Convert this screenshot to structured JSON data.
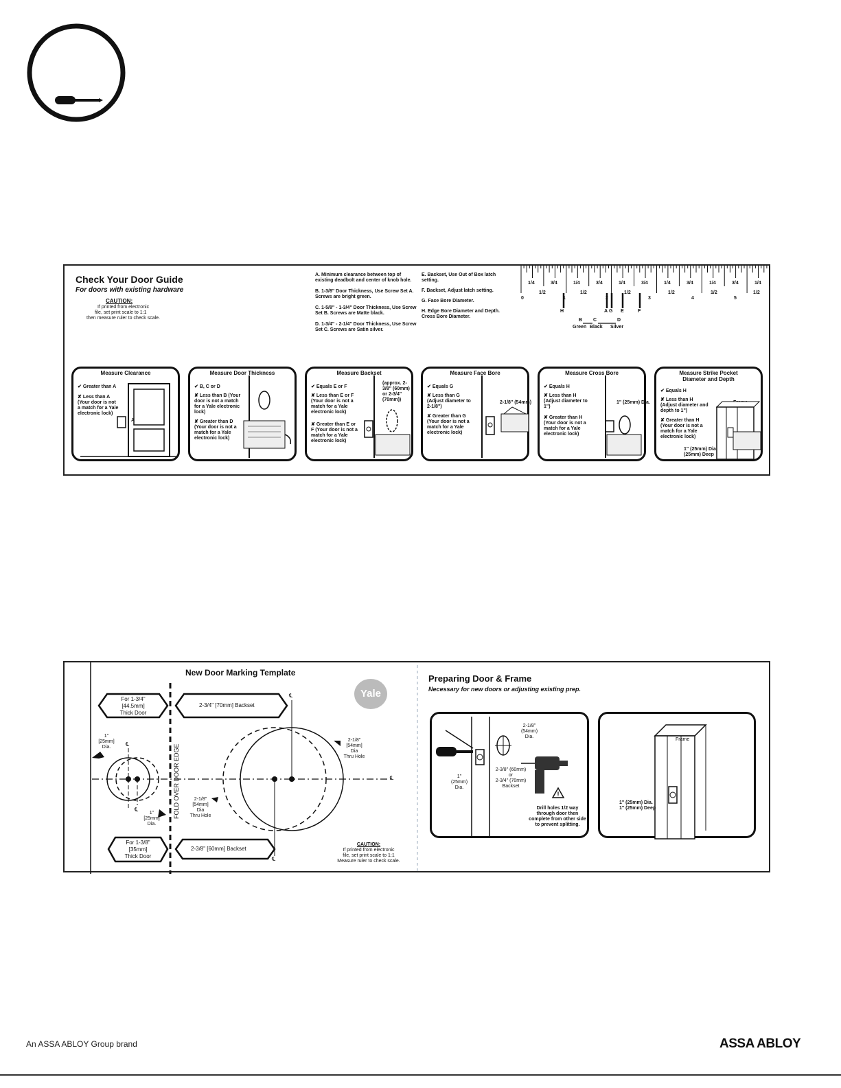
{
  "guide": {
    "title": "Check Your Door Guide",
    "subtitle": "For doors with existing hardware",
    "caution_title": "CAUTION:",
    "caution_lines": [
      "If printed from electronic",
      "file, set print scale to 1:1",
      "then measure ruler to check scale."
    ],
    "instructions_col1": [
      "A. Minimum clearance between top of existing deadbolt and center of knob hole.",
      "B. 1-3/8\" Door Thickness, Use Screw Set A. Screws are bright green.",
      "C. 1-5/8\" - 1-3/4\" Door Thickness, Use Screw Set B. Screws are Matte black.",
      "D. 1-3/4\" - 2-1/4\" Door Thickness, Use Screw Set C. Screws are Satin silver."
    ],
    "instructions_col2": [
      "E. Backset, Use Out of Box latch setting.",
      "F. Backset, Adjust latch setting.",
      "G. Face Bore Diameter.",
      "H. Edge Bore Diameter and Depth. Cross Bore Diameter."
    ],
    "ruler_fractions": [
      "1/4",
      "3/4",
      "1/4",
      "3/4",
      "1/4",
      "3/4",
      "1/4",
      "3/4",
      "1/4",
      "3/4",
      "1/4"
    ],
    "ruler_halves": [
      "0",
      "1/2",
      "1",
      "1/2",
      "2",
      "1/2",
      "3",
      "1/2",
      "4",
      "1/2",
      "5",
      "1/2"
    ],
    "ruler_markers": [
      "H",
      "A",
      "G",
      "E",
      "F"
    ],
    "screw_labels": [
      "B",
      "C",
      "D"
    ],
    "screw_colors": [
      "Green",
      "Black",
      "Silver"
    ],
    "cards": [
      {
        "title": "Measure Clearance",
        "check": "Greater than A",
        "cross": "Less than A (Your door is not a match for a Yale electronic lock)",
        "label": "A"
      },
      {
        "title": "Measure Door Thickness",
        "check": "B, C or D",
        "cross": "Less than B (Your door is not a match for a Yale electronic lock)",
        "cross2": "Greater than D (Your door is not a match for a Yale electronic lock)"
      },
      {
        "title": "Measure Backset",
        "check": "Equals E or F",
        "cross": "Less than E or F (Your door is not a match for a Yale electronic lock)",
        "cross2": "Greater than E or F (Your door is not a match for a Yale electronic lock)",
        "note": "(approx. 2-3/8\" (60mm) or 2-3/4\" (70mm))"
      },
      {
        "title": "Measure Face Bore",
        "check": "Equals G",
        "cross": "Less than G (Adjust diameter to 2-1/8\")",
        "cross2": "Greater than G (Your door is not a match for a Yale electronic lock)",
        "note": "2-1/8\" (54mm)"
      },
      {
        "title": "Measure Cross Bore",
        "check": "Equals H",
        "cross": "Less than H (Adjust diameter to 1\")",
        "cross2": "Greater than H (Your door is not a match for a Yale electronic lock)",
        "note": "1\" (25mm) Dia."
      },
      {
        "title": "Measure Strike Pocket",
        "title2": "Diameter and Depth",
        "check": "Equals H",
        "cross": "Less than H (Adjust diameter and depth to 1\")",
        "cross2": "Greater than H (Your door is not a match for a Yale electronic lock)",
        "note": "1\" (25mm) Dia. 1\" (25mm) Deep",
        "frame": "Frame"
      }
    ]
  },
  "template": {
    "title": "New Door Marking Template",
    "brand": "Yale",
    "thick_top": [
      "For 1-3/4\"",
      "[44.5mm]",
      "Thick Door"
    ],
    "thick_bottom": [
      "For 1-3/8\"",
      "[35mm]",
      "Thick Door"
    ],
    "backset_top": "2-3/4\" [70mm] Backset",
    "backset_bottom": "2-3/8\" [60mm] Backset",
    "fold_label": "FOLD OVER DOOR EDGE",
    "dia_1_top": [
      "1\"",
      "[25mm]",
      "Dia."
    ],
    "dia_1_bottom": [
      "1\"",
      "[25mm]",
      "Dia."
    ],
    "dia_218_right": [
      "2-1/8\"",
      "[54mm]",
      "Dia",
      "Thru Hole"
    ],
    "dia_218_left": [
      "2-1/8\"",
      "[54mm]",
      "Dia",
      "Thru Hole"
    ],
    "cl": "℄",
    "caution_title": "CAUTION:",
    "caution_lines": [
      "If printed from electronic",
      "file, set print scale to 1:1",
      "Measure ruler to check scale."
    ]
  },
  "prep": {
    "title": "Preparing Door & Frame",
    "subtitle": "Necessary for new doors or adjusting existing prep.",
    "face_bore": [
      "2-1/8\"",
      "(54mm)",
      "Dia."
    ],
    "edge_bore": [
      "1\"",
      "(25mm)",
      "Dia."
    ],
    "backset": [
      "2-3/8\" (60mm)",
      "or",
      "2-3/4\" (70mm)",
      "Backset"
    ],
    "drill_note": [
      "Drill holes 1/2 way",
      "through door then",
      "complete from other side",
      "to prevent splitting."
    ],
    "frame": "Frame",
    "strike": [
      "1\" (25mm) Dia.",
      "1\" (25mm) Deep"
    ]
  },
  "footer": {
    "left": "An ASSA ABLOY Group brand",
    "right": "ASSA ABLOY"
  }
}
